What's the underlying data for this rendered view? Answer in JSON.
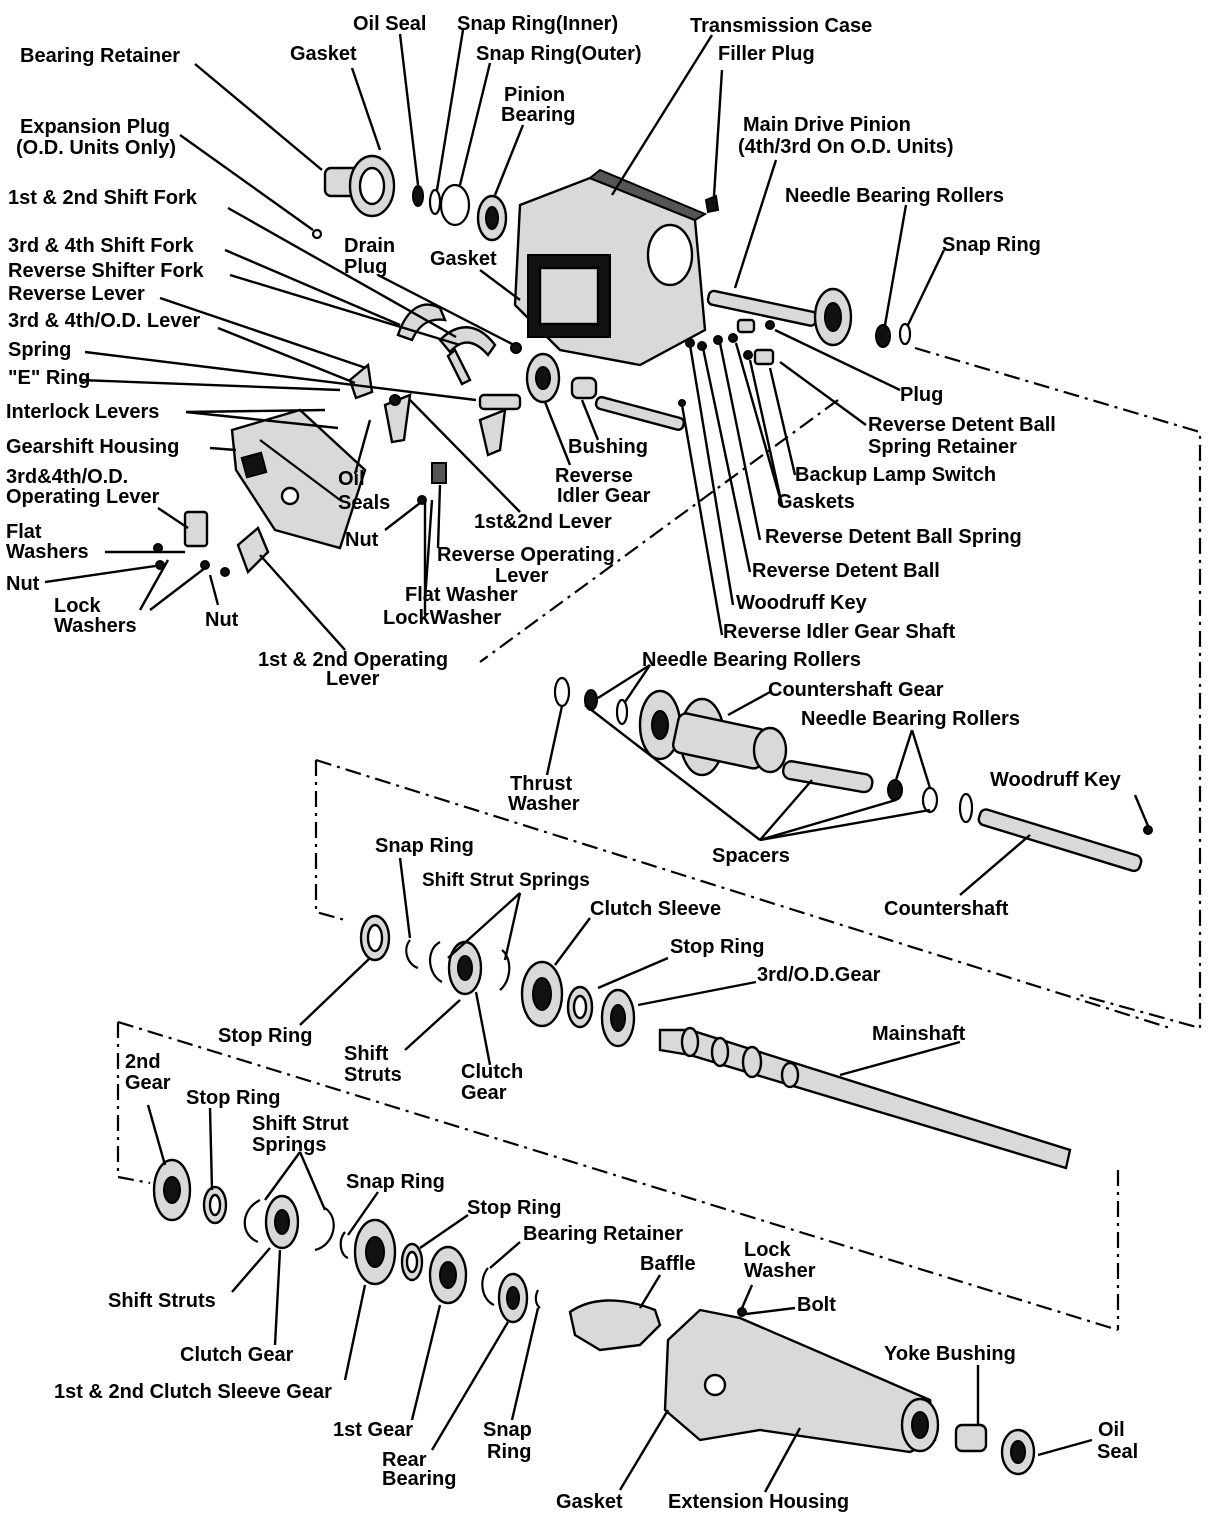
{
  "labels": {
    "oil_seal_top": "Oil Seal",
    "snap_ring_inner": "Snap Ring(Inner)",
    "transmission_case": "Transmission Case",
    "bearing_retainer_top": "Bearing Retainer",
    "gasket_top": "Gasket",
    "snap_ring_outer": "Snap Ring(Outer)",
    "filler_plug": "Filler Plug",
    "pinion_bearing_1": "Pinion",
    "pinion_bearing_2": "Bearing",
    "expansion_plug_1": "Expansion Plug",
    "expansion_plug_2": "(O.D. Units Only)",
    "main_drive_pinion_1": "Main Drive Pinion",
    "main_drive_pinion_2": "(4th/3rd On O.D. Units)",
    "shift_fork_1_2": "1st & 2nd Shift Fork",
    "needle_bearing_rollers_top": "Needle Bearing Rollers",
    "shift_fork_3_4": "3rd & 4th Shift Fork",
    "drain_plug_1": "Drain",
    "drain_plug_2": "Plug",
    "gasket_case": "Gasket",
    "snap_ring_right": "Snap Ring",
    "reverse_shifter_fork": "Reverse Shifter Fork",
    "reverse_lever": "Reverse Lever",
    "od_lever": "3rd & 4th/O.D. Lever",
    "spring": "Spring",
    "e_ring": "\"E\" Ring",
    "plug": "Plug",
    "interlock_levers": "Interlock Levers",
    "reverse_detent_ball_spring_retainer_1": "Reverse Detent Ball",
    "reverse_detent_ball_spring_retainer_2": "Spring Retainer",
    "gearshift_housing": "Gearshift Housing",
    "bushing": "Bushing",
    "od_operating_lever_1": "3rd&4th/O.D.",
    "od_operating_lever_2": "Operating Lever",
    "oil_seals_1": "Oil",
    "oil_seals_2": "Seals",
    "reverse_idler_gear_1": "Reverse",
    "reverse_idler_gear_2": "Idler Gear",
    "backup_lamp_switch": "Backup Lamp Switch",
    "gaskets": "Gaskets",
    "flat_washers_1": "Flat",
    "flat_washers_2": "Washers",
    "lever_1_2": "1st&2nd Lever",
    "nut_mid": "Nut",
    "reverse_detent_ball_spring": "Reverse Detent Ball Spring",
    "nut_left": "Nut",
    "reverse_operating_lever_1": "Reverse Operating",
    "reverse_operating_lever_2": "Lever",
    "reverse_detent_ball": "Reverse Detent Ball",
    "lock_washers_1": "Lock",
    "lock_washers_2": "Washers",
    "flat_washer": "Flat Washer",
    "woodruff_key_top": "Woodruff Key",
    "nut_bottom": "Nut",
    "lock_washer_mid": "LockWasher",
    "reverse_idler_gear_shaft": "Reverse Idler Gear Shaft",
    "operating_lever_1_2_1": "1st & 2nd Operating",
    "operating_lever_1_2_2": "Lever",
    "needle_bearing_rollers_mid": "Needle Bearing Rollers",
    "countershaft_gear": "Countershaft Gear",
    "needle_bearing_rollers_right": "Needle Bearing Rollers",
    "thrust_washer_1": "Thrust",
    "thrust_washer_2": "Washer",
    "woodruff_key_right": "Woodruff Key",
    "spacers": "Spacers",
    "snap_ring_mid": "Snap Ring",
    "shift_strut_springs_mid": "Shift  Strut Springs",
    "countershaft": "Countershaft",
    "clutch_sleeve": "Clutch Sleeve",
    "stop_ring_right": "Stop Ring",
    "third_od_gear": "3rd/O.D.Gear",
    "stop_ring_mid": "Stop Ring",
    "mainshaft": "Mainshaft",
    "shift_struts_mid_1": "Shift",
    "shift_struts_mid_2": "Struts",
    "clutch_gear_mid_1": "Clutch",
    "clutch_gear_mid_2": "Gear",
    "second_gear_1": "2nd",
    "second_gear_2": "Gear",
    "stop_ring_low": "Stop Ring",
    "shift_strut_springs_low_1": "Shift Strut",
    "shift_strut_springs_low_2": "Springs",
    "snap_ring_low": "Snap Ring",
    "stop_ring_low2": "Stop Ring",
    "bearing_retainer_low": "Bearing Retainer",
    "baffle": "Baffle",
    "lock_washer_low_1": "Lock",
    "lock_washer_low_2": "Washer",
    "shift_struts_low": "Shift Struts",
    "bolt": "Bolt",
    "yoke_bushing": "Yoke Bushing",
    "clutch_gear_low": "Clutch Gear",
    "clutch_sleeve_gear_1_2": "1st & 2nd Clutch Sleeve Gear",
    "oil_seal_low_1": "Oil",
    "oil_seal_low_2": "Seal",
    "first_gear": "1st Gear",
    "snap_ring_bottom_1": "Snap",
    "snap_ring_bottom_2": "Ring",
    "rear_bearing_1": "Rear",
    "rear_bearing_2": "Bearing",
    "gasket_bottom": "Gasket",
    "extension_housing": "Extension Housing"
  }
}
